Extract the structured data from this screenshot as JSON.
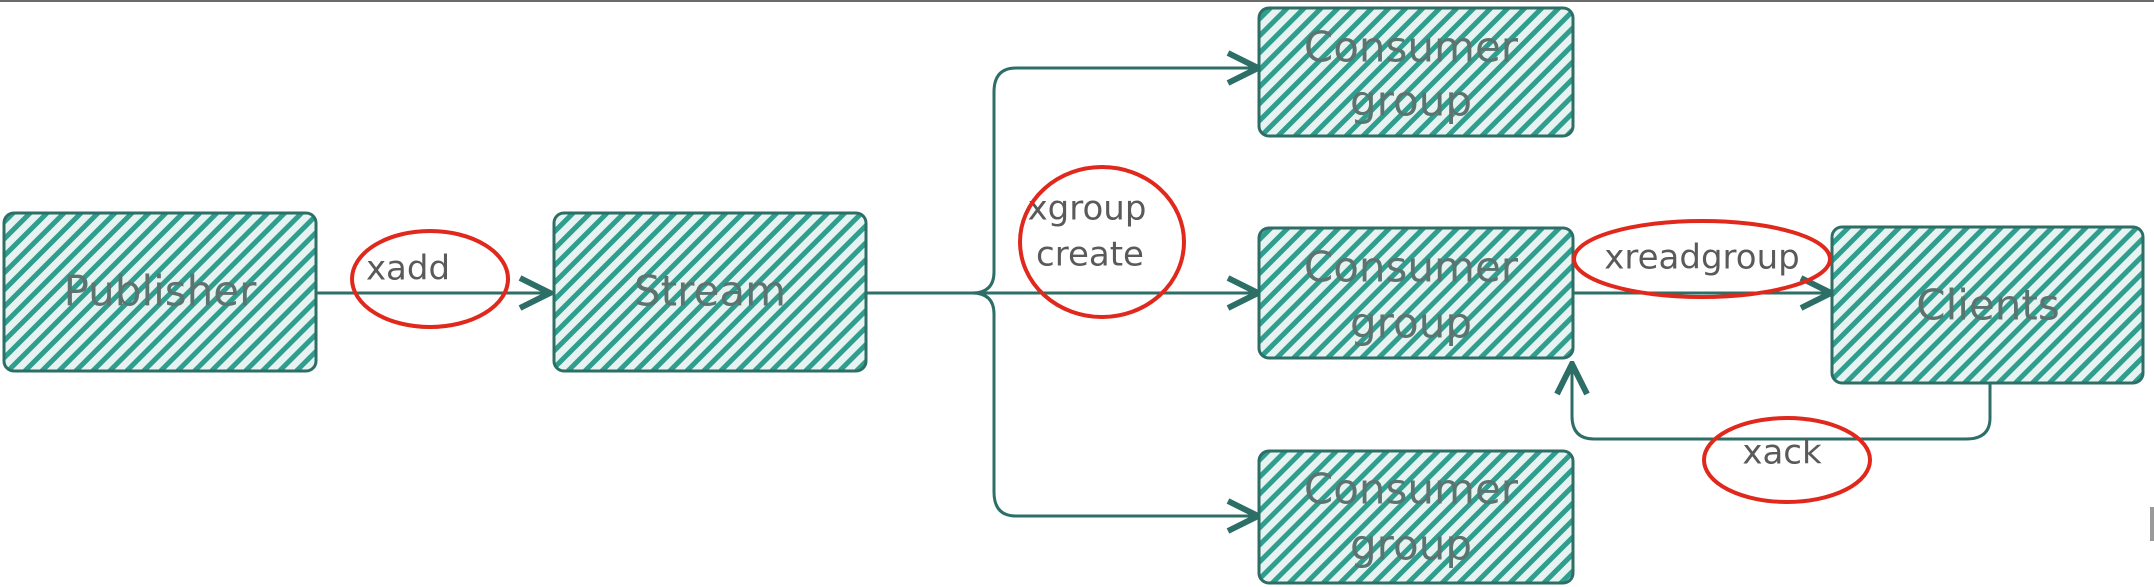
{
  "colors": {
    "box_fill": "#2f9e8f",
    "box_hatch_background": "#e6f3f1",
    "stroke": "#2d6e66",
    "highlight": "#e0281c",
    "node_text": "#5c7470",
    "edge_text": "#5a5a5a"
  },
  "nodes": {
    "publisher": "Publisher",
    "stream": "Stream",
    "consumer_group_top": {
      "line1": "Consumer",
      "line2": "group"
    },
    "consumer_group_middle": {
      "line1": "Consumer",
      "line2": "group"
    },
    "consumer_group_bottom": {
      "line1": "Consumer",
      "line2": "group"
    },
    "clients": "Clients"
  },
  "edges": {
    "xadd": "xadd",
    "xgroup_create": {
      "line1": "xgroup",
      "line2": "create"
    },
    "xreadgroup": "xreadgroup",
    "xack": "xack"
  }
}
